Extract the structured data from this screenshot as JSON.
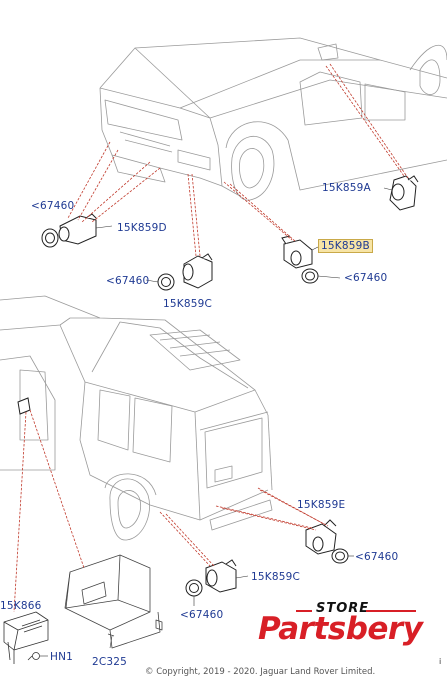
{
  "labels": {
    "left_front_sensor_qty": "<67460",
    "left_front_sensor_part": "15K859D",
    "center_front_sensor_qty": "<67460",
    "center_front_sensor_part": "15K859C",
    "side_sensor_part": "15K859A",
    "right_front_sensor_part": "15K859B",
    "right_front_sensor_qty": "<67460",
    "rear_right_sensor_part": "15K859E",
    "rear_right_sensor_qty": "<67460",
    "rear_center_sensor_part": "15K859C",
    "rear_center_sensor_qty": "<67460",
    "module_part": "15K866",
    "nut_part": "HN1",
    "bracket_part": "2C325"
  },
  "footer": {
    "copyright": "© Copyright, 2019 - 2020. Jaguar Land Rover Limited.",
    "page_mark": "i"
  },
  "logo": {
    "store_text": "STORE",
    "brand_text": "Partsbery"
  },
  "colors": {
    "callout_text": "#1f3a93",
    "leader_line": "#c0392b",
    "highlight": "#f7e4a6",
    "logo_red": "#d81f26"
  }
}
